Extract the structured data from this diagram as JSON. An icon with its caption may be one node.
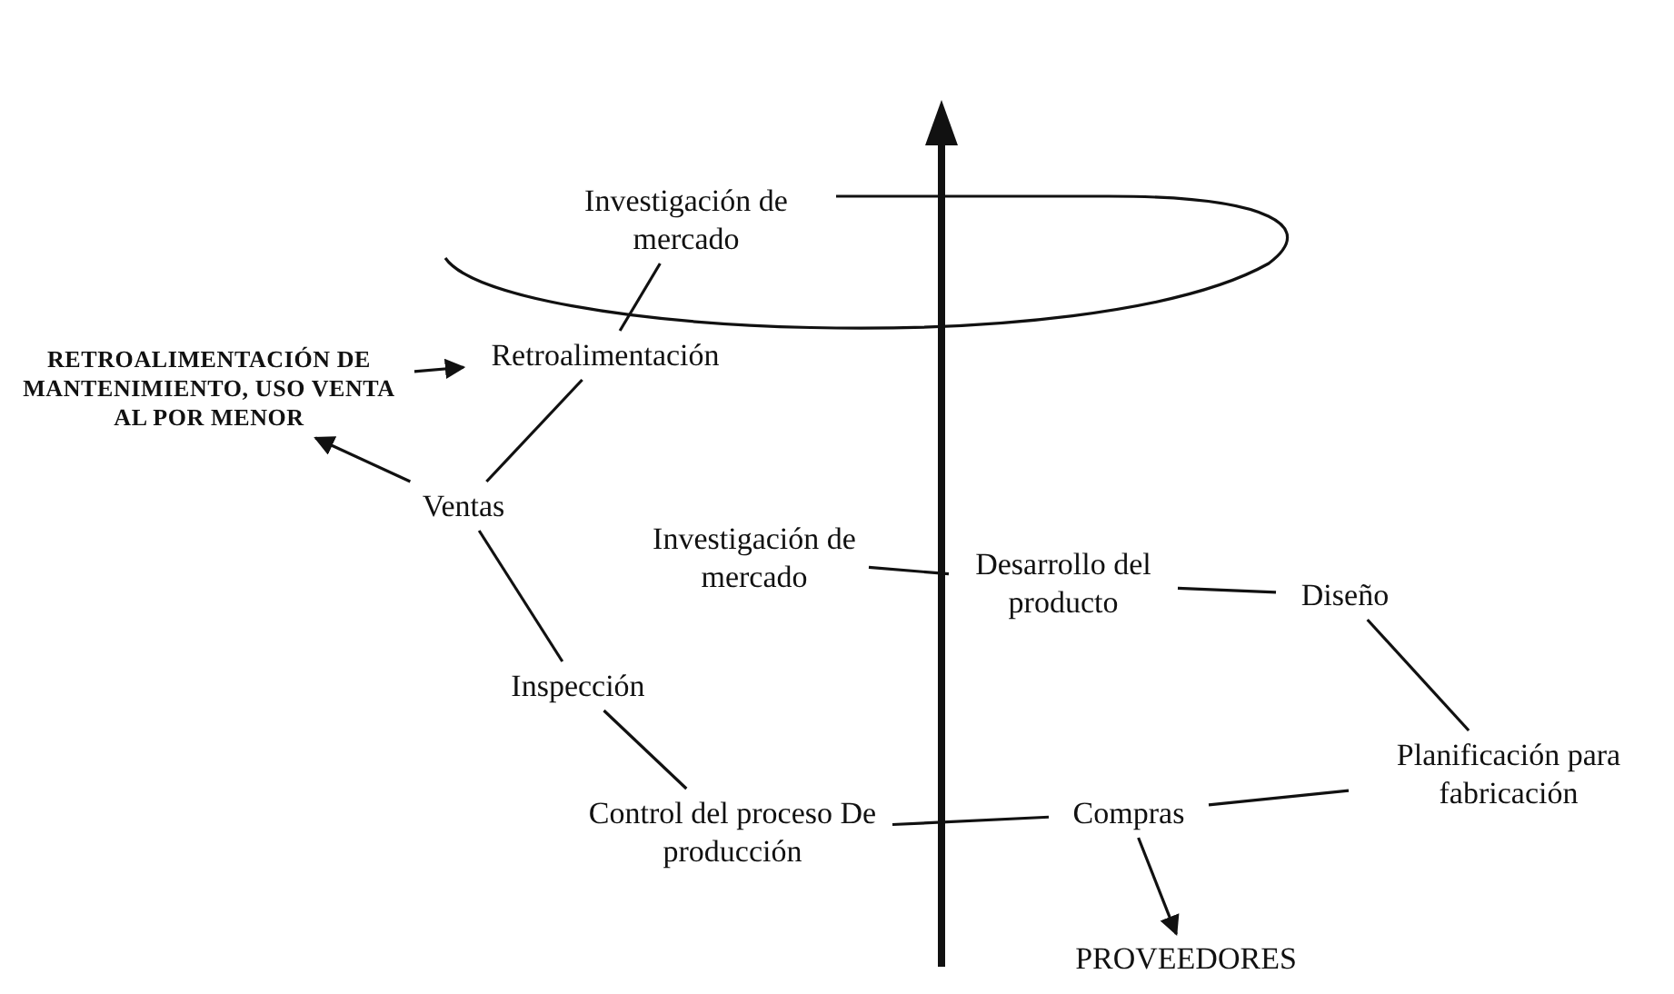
{
  "diagram": {
    "nodes": [
      {
        "text": [
          "Investigación de mercado"
        ]
      },
      {
        "text": [
          "RETROALIMENTACIÓN DE MANTENIMIENTO, USO VENTA AL POR MENOR"
        ]
      },
      {
        "text": [
          "Retroalimentación"
        ]
      },
      {
        "text": [
          "Ventas"
        ]
      },
      {
        "text": [
          "Investigación de mercado"
        ]
      },
      {
        "text": [
          "Desarrollo del producto"
        ]
      },
      {
        "text": [
          "Diseño"
        ]
      },
      {
        "text": [
          "Inspección"
        ]
      },
      {
        "text": [
          "Planificación para fabricación"
        ]
      },
      {
        "text": [
          "Control del proceso De producción"
        ]
      },
      {
        "text": [
          "Compras"
        ]
      },
      {
        "text": [
          "PROVEEDORES"
        ]
      }
    ],
    "edges": [
      {
        "from": 0,
        "to": 2,
        "arrow": "none"
      },
      {
        "from": 1,
        "to": 2,
        "arrow": "to"
      },
      {
        "from": 2,
        "to": 3,
        "arrow": "none"
      },
      {
        "from": 3,
        "to": 1,
        "arrow": "to"
      },
      {
        "from": 3,
        "to": 7,
        "arrow": "none"
      },
      {
        "from": 7,
        "to": 9,
        "arrow": "none"
      },
      {
        "from": 9,
        "to": 10,
        "arrow": "none"
      },
      {
        "from": 10,
        "to": 8,
        "arrow": "none"
      },
      {
        "from": 8,
        "to": 6,
        "arrow": "none"
      },
      {
        "from": 6,
        "to": 5,
        "arrow": "none"
      },
      {
        "from": 5,
        "to": 4,
        "arrow": "none"
      },
      {
        "from": 10,
        "to": 11,
        "arrow": "to"
      }
    ]
  }
}
